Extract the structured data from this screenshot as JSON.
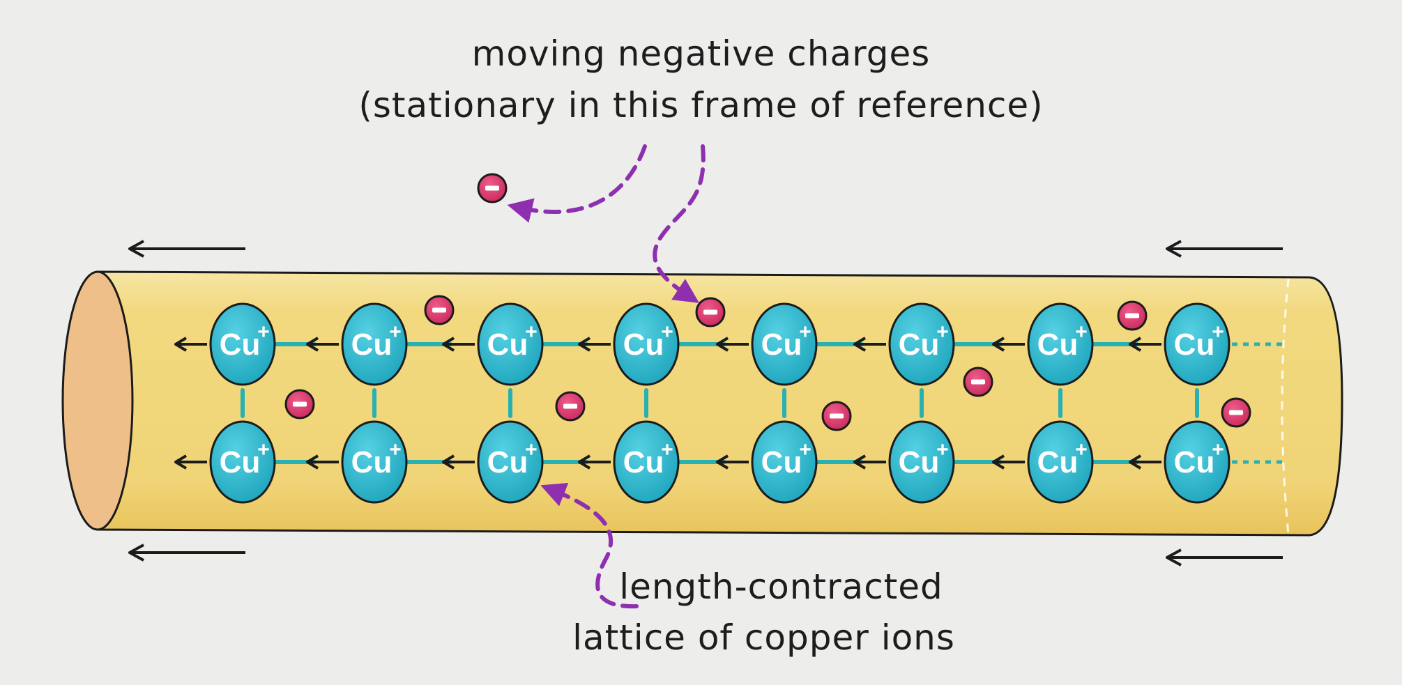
{
  "labels": {
    "charges_line1": "moving negative charges",
    "charges_line2": "(stationary in this frame of reference)",
    "lattice_line1": "length-contracted",
    "lattice_line2": "lattice of copper ions"
  },
  "ion": {
    "symbol": "Cu",
    "charge": "+"
  },
  "electron": {
    "symbol": "−"
  },
  "colors": {
    "wire": "#f3dc86",
    "wire_end": "#efbf8a",
    "ion": "#2cb9cf",
    "bond": "#29b1b1",
    "electron": "#d93a6d",
    "annotation_arrow": "#8e2fb0",
    "motion_arrow": "#1b1b1b"
  }
}
